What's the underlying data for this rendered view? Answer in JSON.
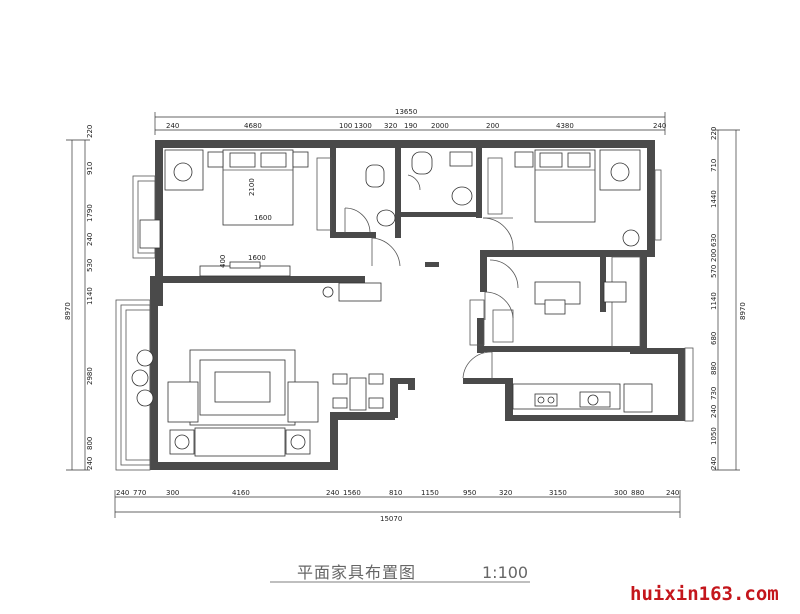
{
  "plan": {
    "top_total": "13650",
    "bottom_total": "15070",
    "left_total": "8970",
    "right_total": "8970",
    "top_dims": [
      "240",
      "4680",
      "100",
      "1300",
      "320",
      "190",
      "2000",
      "200",
      "4380",
      "240"
    ],
    "bottom_dims": [
      "240",
      "770",
      "300",
      "4160",
      "240",
      "1560",
      "810",
      "1150",
      "950",
      "320",
      "3150",
      "300",
      "880",
      "240"
    ],
    "left_dims": [
      "220",
      "910",
      "1790",
      "240",
      "530",
      "1140",
      "2980",
      "800",
      "240"
    ],
    "right_dims": [
      "220",
      "710",
      "1440",
      "630",
      "200",
      "570",
      "1140",
      "680",
      "880",
      "730",
      "240",
      "1050",
      "240"
    ],
    "room_dims": [
      "2100",
      "1600",
      "1600",
      "400"
    ]
  },
  "caption": {
    "title": "平面家具布置图",
    "scale": "1:100"
  },
  "watermark": "huixin163.com"
}
